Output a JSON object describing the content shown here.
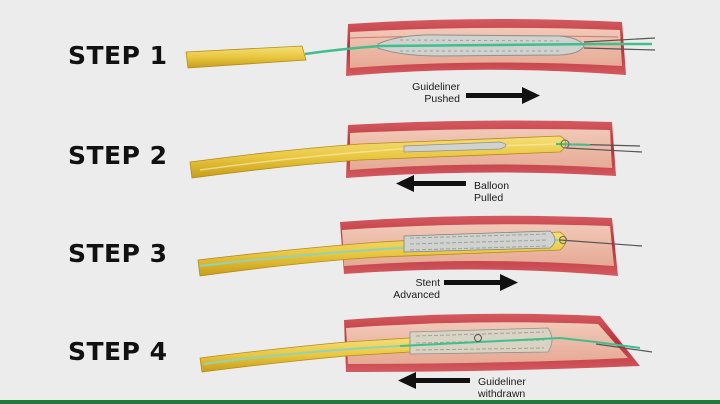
{
  "steps": [
    {
      "label": "STEP 1",
      "caption_lines": [
        "Guideliner",
        "Pushed"
      ],
      "arrow_direction": "right"
    },
    {
      "label": "STEP 2",
      "caption_lines": [
        "Balloon",
        "Pulled"
      ],
      "arrow_direction": "left"
    },
    {
      "label": "STEP 3",
      "caption_lines": [
        "Stent",
        "Advanced"
      ],
      "arrow_direction": "right"
    },
    {
      "label": "STEP 4",
      "caption_lines": [
        "Guideliner",
        "withdrawn"
      ],
      "arrow_direction": "left"
    }
  ],
  "colors": {
    "background": "#ececec",
    "vessel_wall": "#c2434b",
    "vessel_lumen": "#e7b4a4",
    "catheter": "#e9c740",
    "guidewire": "#3fbf8d",
    "device": "#c9ccc9",
    "arrow": "#111111",
    "bottom_bar": "#1f7a3b"
  }
}
